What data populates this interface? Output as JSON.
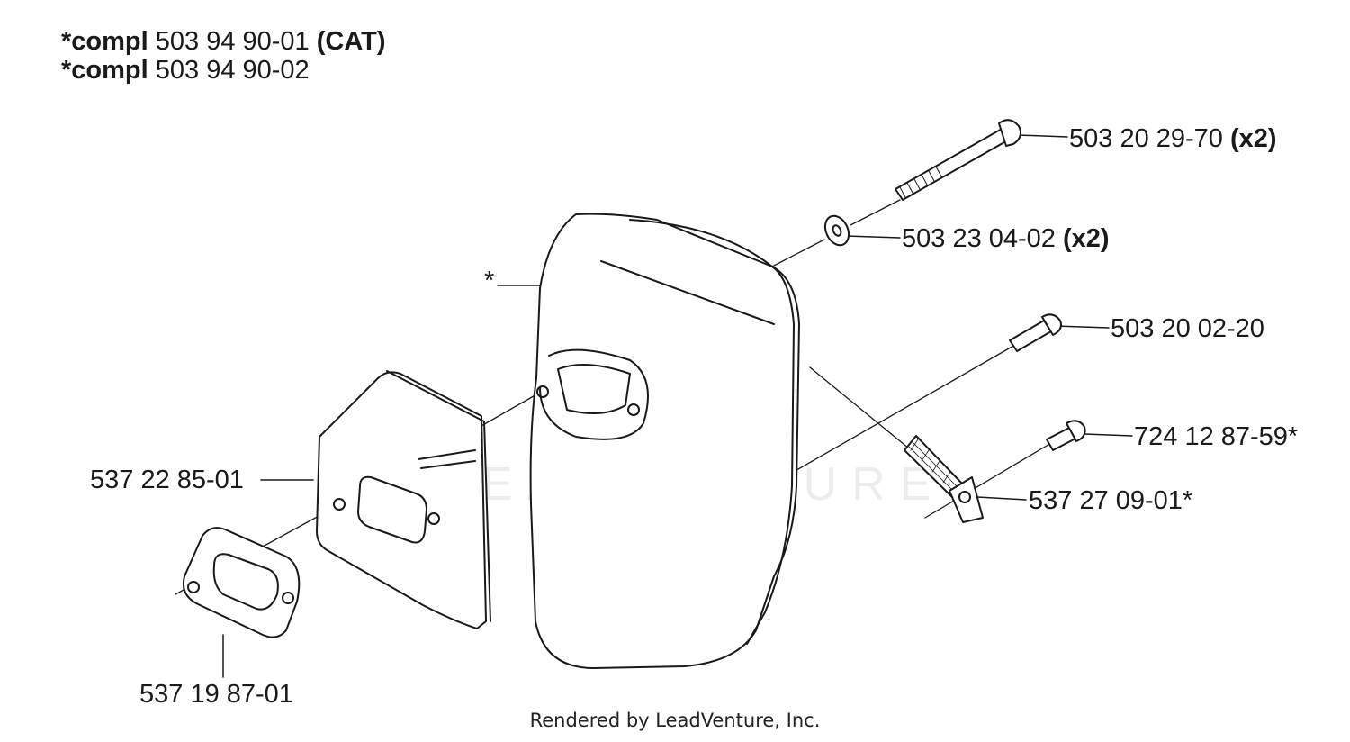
{
  "header": {
    "line1_prefix": "*compl",
    "line1_number": "503 94 90-01",
    "line1_suffix": "(CAT)",
    "line2_prefix": "*compl",
    "line2_number": "503 94 90-02"
  },
  "labels": {
    "asterisk": "*",
    "bolt_long": "503 20 29-70",
    "bolt_long_qty": "(x2)",
    "washer": "503 23 04-02",
    "washer_qty": "(x2)",
    "screw": "503 20 02-20",
    "screw_small": "724 12 87-59*",
    "plate": "537 27 09-01*",
    "heat_shield": "537 22 85-01",
    "gasket": "537 19 87-01"
  },
  "watermark": "LEADVENTURE",
  "footer": "Rendered by LeadVenture, Inc."
}
